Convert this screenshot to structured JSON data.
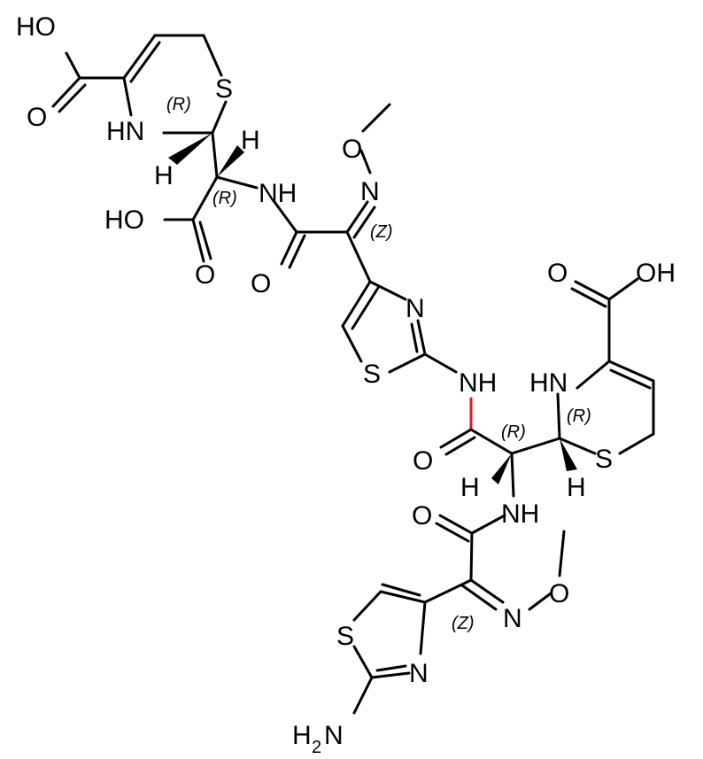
{
  "diagram": {
    "type": "chemical-structure",
    "colors": {
      "bond": "#000000",
      "highlight_bond": "#e8141e",
      "background": "#ffffff"
    },
    "labels": {
      "cooh_top_oh": "HO",
      "cooh_top_o": "O",
      "s_ring_top": "S",
      "nh_ring_top": "HN",
      "h_top_a": "H",
      "h_top_b": "H",
      "r_top_a": "(R)",
      "r_top_b": "(R)",
      "cooh_mid_oh": "HO",
      "cooh_mid_o": "O",
      "nh_amide_top": "NH",
      "o_methoxy_top": "O",
      "n_oxime_top": "N",
      "z_top": "(Z)",
      "o_amide_top": "O",
      "n_thiazole_top": "N",
      "s_thiazole_top": "S",
      "nh_link": "NH",
      "o_amide_mid": "O",
      "cooh_right_o": "O",
      "cooh_right_oh": "OH",
      "nh_ring_bottom": "HN",
      "r_bottom_a": "(R)",
      "r_bottom_b": "(R)",
      "s_ring_bottom": "S",
      "h_bottom_a": "H",
      "h_bottom_b": "H",
      "nh_amide_bottom": "NH",
      "o_amide_bottom": "O",
      "o_methoxy_bottom": "O",
      "n_oxime_bottom": "N",
      "z_bottom": "(Z)",
      "s_thiazole_bottom": "S",
      "n_thiazole_bottom": "N",
      "amine_h": "H",
      "amine_sub": "2",
      "amine_n": "N"
    }
  }
}
